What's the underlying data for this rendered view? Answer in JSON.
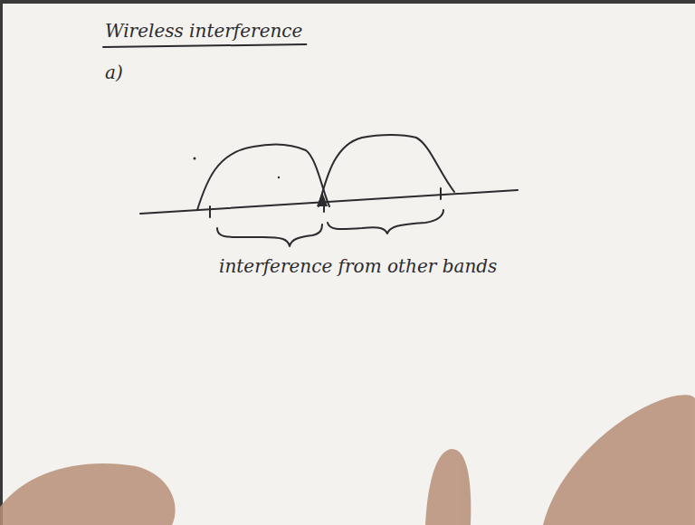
{
  "diagram": {
    "title": "Wireless interference",
    "labels": [
      "a)",
      "interference from other bands"
    ]
  }
}
